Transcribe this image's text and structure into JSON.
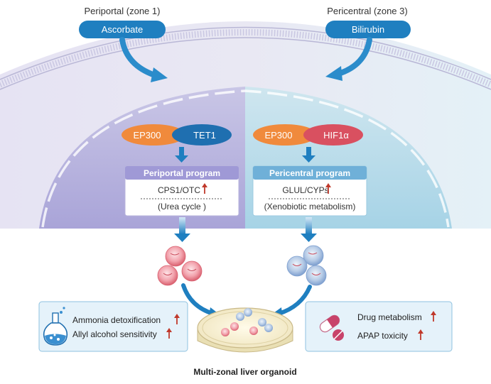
{
  "zones": {
    "periportal": {
      "title": "Periportal (zone 1)",
      "signal": "Ascorbate"
    },
    "pericentral": {
      "title": "Pericentral (zone 3)",
      "signal": "Bilirubin"
    }
  },
  "complexes": {
    "left": {
      "coactivator": "EP300",
      "partner": "TET1"
    },
    "right": {
      "coactivator": "EP300",
      "partner": "HIF1α"
    }
  },
  "programs": {
    "periportal": {
      "title": "Periportal program",
      "genes": "CPS1/OTC",
      "process": "(Urea cycle )"
    },
    "pericentral": {
      "title": "Pericentral program",
      "genes": "GLUL/CYPs",
      "process": "(Xenobiotic metabolism)"
    }
  },
  "outcomes": {
    "left": [
      "Ammonia detoxification",
      "Allyl alcohol sensitivity"
    ],
    "right": [
      "Drug metabolism",
      "APAP toxicity"
    ]
  },
  "caption": "Multi-zonal liver organoid",
  "colors": {
    "signal_blue": "#1f7fc0",
    "ep300_orange": "#f08a3c",
    "tet1_blue": "#1f6fb0",
    "hif_red": "#d95060",
    "up_arrow_red": "#c0392b",
    "periportal_organoid": "#e57a86",
    "pericentral_organoid": "#8fb2d8"
  },
  "icons": {
    "left_outcome": "flask-icon",
    "right_outcome": "pill-capsule-icon"
  }
}
